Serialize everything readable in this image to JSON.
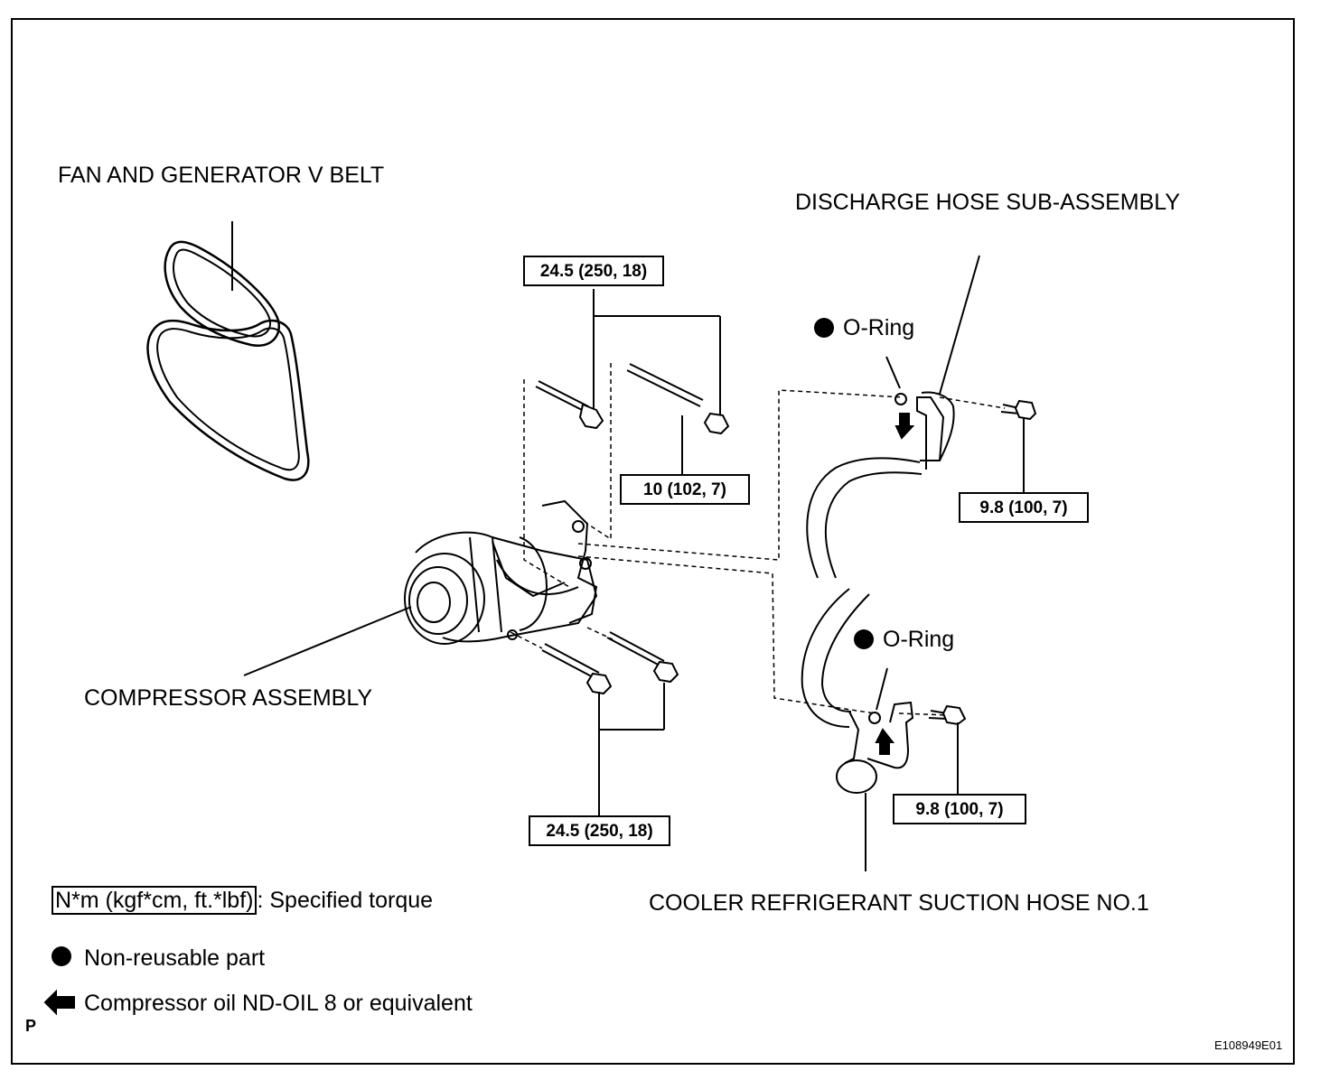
{
  "labels": {
    "v_belt": "FAN AND GENERATOR V BELT",
    "discharge_hose": "DISCHARGE HOSE SUB-ASSEMBLY",
    "compressor": "COMPRESSOR ASSEMBLY",
    "suction_hose": "COOLER REFRIGERANT SUCTION HOSE NO.1",
    "oring_upper": "O-Ring",
    "oring_lower": "O-Ring"
  },
  "torques": {
    "top_bolts": "24.5 (250, 18)",
    "stud": "10 (102, 7)",
    "discharge_bolt": "9.8 (100, 7)",
    "bottom_bolts": "24.5 (250, 18)",
    "suction_bolt": "9.8 (100, 7)"
  },
  "legend": {
    "torque_unit": "N*m (kgf*cm, ft.*lbf)",
    "torque_desc": ": Specified torque",
    "non_reusable": "Non-reusable part",
    "compressor_oil": "Compressor oil ND-OIL 8 or equivalent"
  },
  "footer": {
    "left_marker": "P",
    "figure_id": "E108949E01"
  }
}
